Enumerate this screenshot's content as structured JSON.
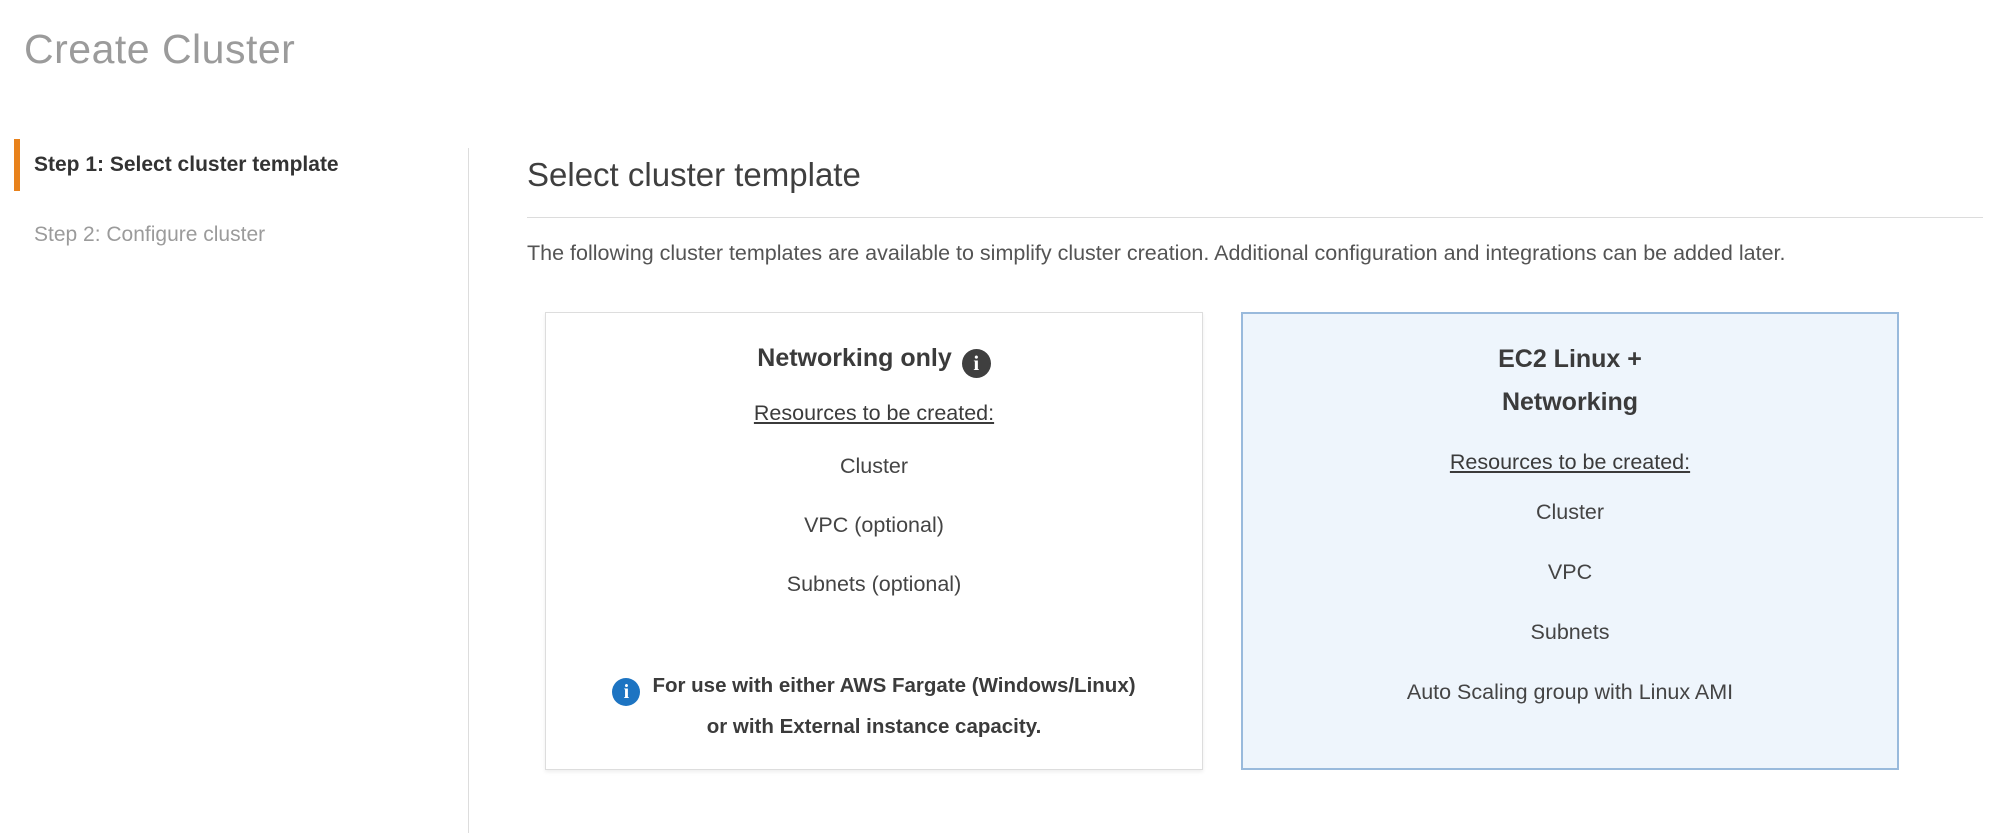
{
  "page": {
    "title": "Create Cluster"
  },
  "steps": [
    {
      "label": "Step 1: Select cluster template",
      "active": true
    },
    {
      "label": "Step 2: Configure cluster",
      "active": false
    }
  ],
  "main": {
    "heading": "Select cluster template",
    "description": "The following cluster templates are available to simplify cluster creation. Additional configuration and integrations can be added later."
  },
  "cards": [
    {
      "title": "Networking only",
      "selected": false,
      "resources_heading": "Resources to be created:",
      "resources": [
        "Cluster",
        "VPC (optional)",
        "Subnets (optional)"
      ],
      "note_line1": "For use with either AWS Fargate (Windows/Linux)",
      "note_line2": "or with External instance capacity."
    },
    {
      "title_line1": "EC2 Linux +",
      "title_line2": "Networking",
      "selected": true,
      "resources_heading": "Resources to be created:",
      "resources": [
        "Cluster",
        "VPC",
        "Subnets",
        "Auto Scaling group with Linux AMI"
      ]
    }
  ],
  "icons": {
    "info_glyph": "i"
  },
  "colors": {
    "accent_orange": "#e8821c",
    "selected_card_bg": "#eef5fc",
    "selected_card_border": "#99badc",
    "info_icon_blue": "#1d74c2",
    "info_icon_dark": "#3f3f3f",
    "title_gray": "#9b9b9b"
  }
}
